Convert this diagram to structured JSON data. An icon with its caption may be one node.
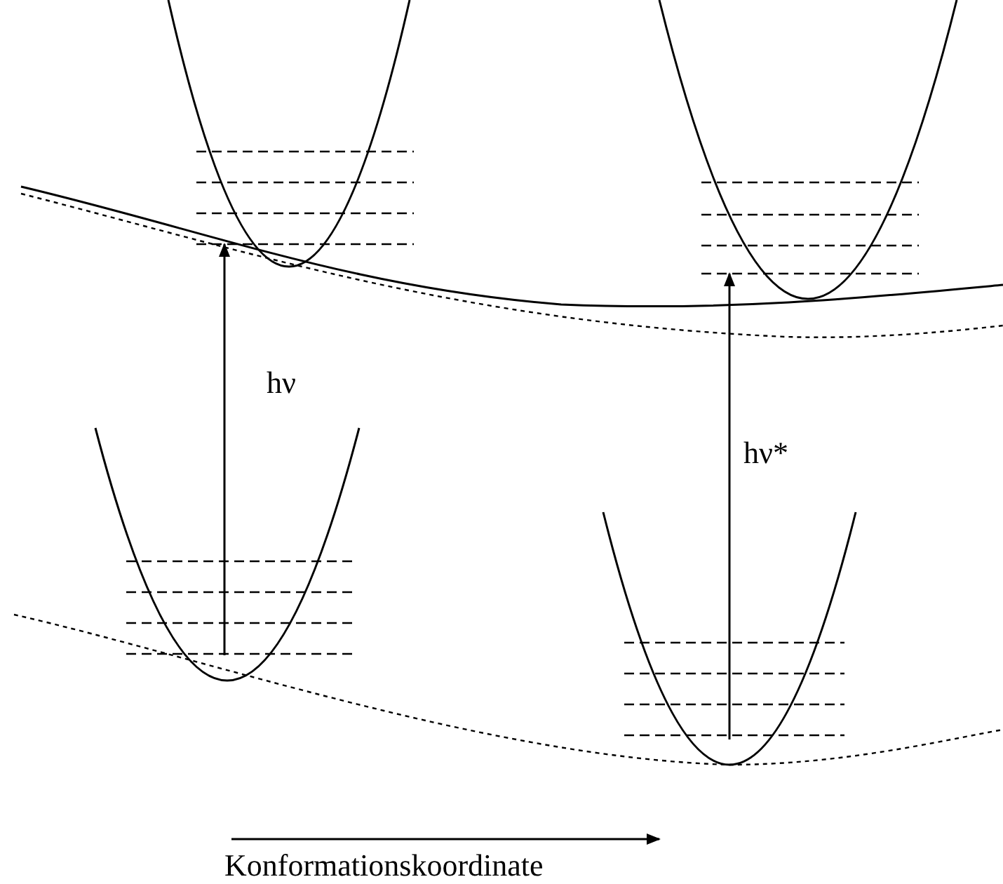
{
  "diagram": {
    "nodes": [
      {
        "text": [],
        "shape": "parabola"
      },
      {
        "text": [],
        "shape": "parabola"
      },
      {
        "text": [],
        "shape": "parabola"
      },
      {
        "text": [],
        "shape": "parabola"
      }
    ],
    "edges": [
      {
        "from": 2,
        "to": 0,
        "arrow": "to",
        "label": "hν"
      },
      {
        "from": 3,
        "to": 1,
        "arrow": "to",
        "label": "hν*"
      }
    ],
    "labels": [
      "Konformationskoordinate"
    ]
  }
}
